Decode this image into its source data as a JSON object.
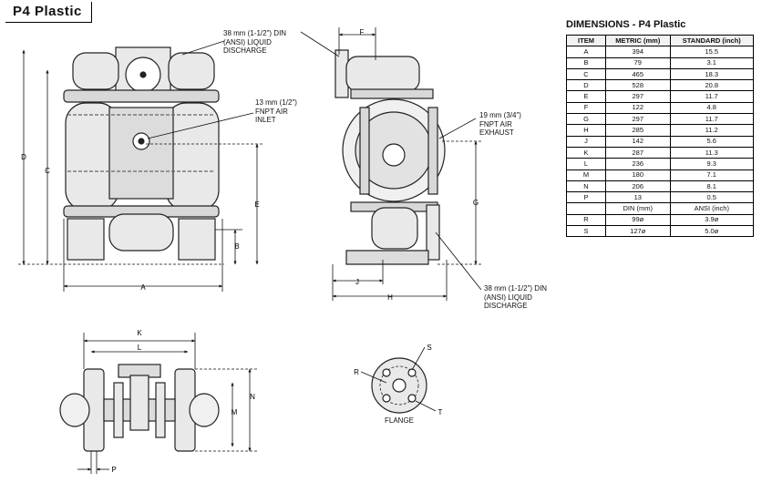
{
  "title": "P4 Plastic",
  "callouts": {
    "liquid_discharge_top": "38 mm (1-1/2\") DIN\n(ANSI) LIQUID\nDISCHARGE",
    "air_inlet": "13 mm (1/2\")\nFNPT AIR\nINLET",
    "air_exhaust": "19 mm (3/4\")\nFNPT AIR\nEXHAUST",
    "liquid_discharge_bottom": "38 mm (1-1/2\") DIN\n(ANSI) LIQUID\nDISCHARGE",
    "flange": "FLANGE"
  },
  "dim_letters": {
    "A": "A",
    "B": "B",
    "C": "C",
    "D": "D",
    "E": "E",
    "F": "F",
    "G": "G",
    "H": "H",
    "J": "J",
    "K": "K",
    "L": "L",
    "M": "M",
    "N": "N",
    "P": "P",
    "R": "R",
    "S": "S",
    "T": "T"
  },
  "table": {
    "title": "DIMENSIONS - P4 Plastic",
    "headers": [
      "ITEM",
      "METRIC (mm)",
      "STANDARD (inch)"
    ],
    "rows": [
      [
        "A",
        "394",
        "15.5"
      ],
      [
        "B",
        "79",
        "3.1"
      ],
      [
        "C",
        "465",
        "18.3"
      ],
      [
        "D",
        "528",
        "20.8"
      ],
      [
        "E",
        "297",
        "11.7"
      ],
      [
        "F",
        "122",
        "4.8"
      ],
      [
        "G",
        "297",
        "11.7"
      ],
      [
        "H",
        "285",
        "11.2"
      ],
      [
        "J",
        "142",
        "5.6"
      ],
      [
        "K",
        "287",
        "11.3"
      ],
      [
        "L",
        "236",
        "9.3"
      ],
      [
        "M",
        "180",
        "7.1"
      ],
      [
        "N",
        "206",
        "8.1"
      ],
      [
        "P",
        "13",
        "0.5"
      ],
      [
        "",
        "DIN (mm)",
        "ANSI (inch)"
      ],
      [
        "R",
        "99ø",
        "3.9ø"
      ],
      [
        "S",
        "127ø",
        "5.0ø"
      ]
    ]
  }
}
